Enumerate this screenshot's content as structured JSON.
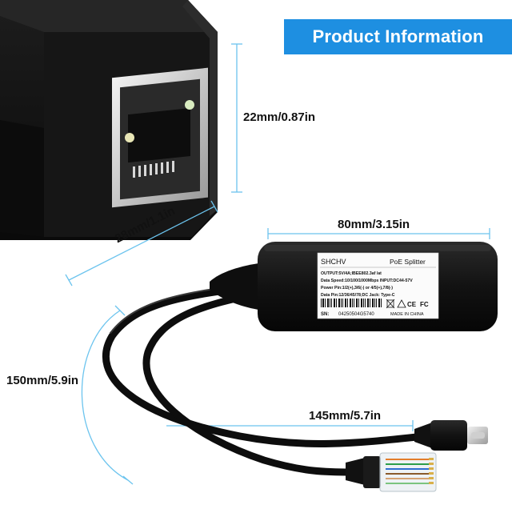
{
  "banner": {
    "title": "Product Information"
  },
  "dimensions": {
    "height": "22mm/0.87in",
    "width": "28mm/1.1in",
    "body_length": "80mm/3.15in",
    "total_length": "150mm/5.9in",
    "cable_length": "145mm/5.7in"
  },
  "product_label": {
    "brand": "SHCHV",
    "product": "PoE Splitter",
    "output": "OUTPUT:5V/4A;IBEE802.3af /at",
    "data_speed": "Data Speed:10/100/1000Mbps  INPUT:DC44-57V",
    "power_pin": "Power Pin:1/2(+),3/6(-) or 4/5(+),7/8(-)",
    "data_pin": "Data Pin:12/36/45/78;DC Jack:  Type-C",
    "sn_label": "SN:",
    "sn": "04250504G5740",
    "origin": "MADE IN CHINA",
    "ce_mark": "CE",
    "fc_mark": "FC"
  },
  "colors": {
    "accent": "#1e8fe1",
    "dimension_line": "#6cc4ee",
    "device_body": "#141414"
  }
}
